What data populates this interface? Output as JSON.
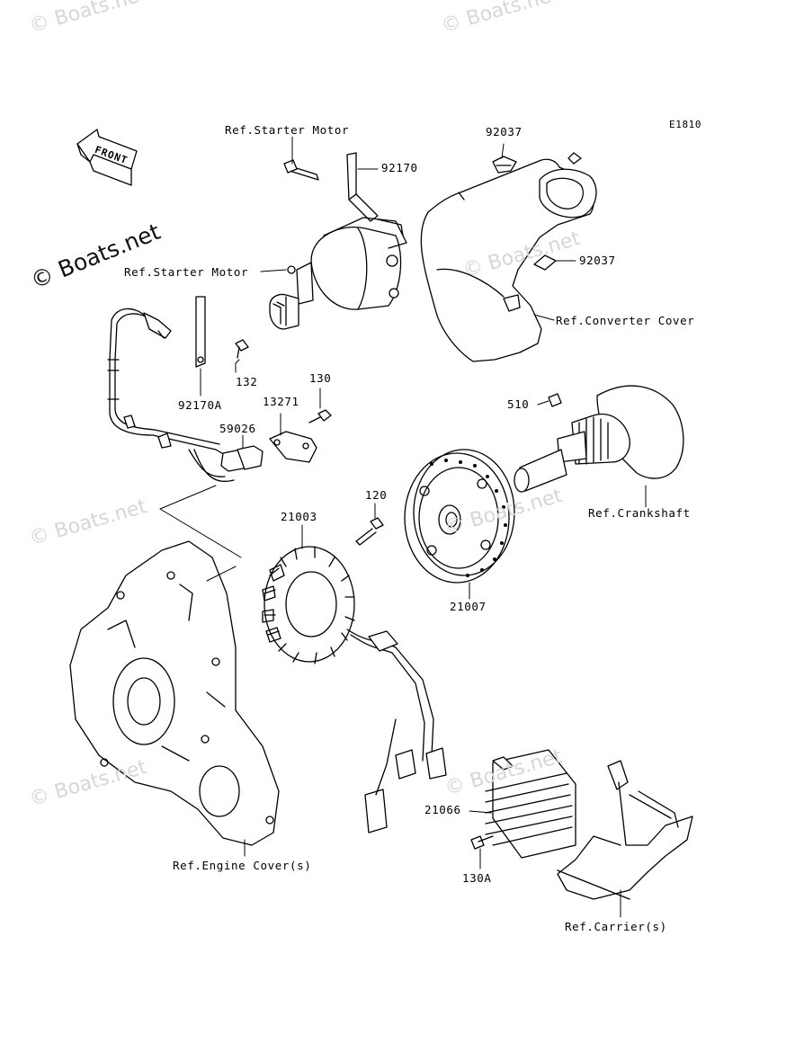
{
  "diagram_code": "E1810",
  "direction_arrow": "FRONT",
  "watermarks": {
    "brand": "© Boats.net"
  },
  "labels": {
    "ref_starter_motor_top": "Ref.Starter Motor",
    "ref_starter_motor_mid": "Ref.Starter Motor",
    "ref_converter_cover": "Ref.Converter Cover",
    "ref_crankshaft": "Ref.Crankshaft",
    "ref_engine_cover": "Ref.Engine Cover(s)",
    "ref_carrier": "Ref.Carrier(s)"
  },
  "part_numbers": {
    "p92170": "92170",
    "p92037_top": "92037",
    "p92037_mid": "92037",
    "p132": "132",
    "p92170A": "92170A",
    "p13271": "13271",
    "p130": "130",
    "p59026": "59026",
    "p510": "510",
    "p120": "120",
    "p21003": "21003",
    "p21007": "21007",
    "p21066": "21066",
    "p130A": "130A"
  }
}
